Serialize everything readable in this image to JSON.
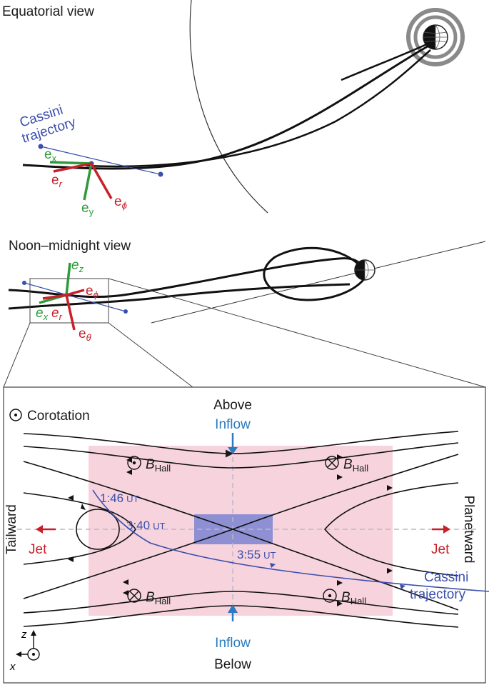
{
  "equatorial": {
    "title": "Equatorial view",
    "cassini_label_1": "Cassini",
    "cassini_label_2": "trajectory",
    "e_x": "e",
    "e_x_sub": "x",
    "e_r": "e",
    "e_r_sub": "r",
    "e_y": "e",
    "e_y_sub": "y",
    "e_phi": "e",
    "e_phi_sub": "ϕ"
  },
  "noon_midnight": {
    "title": "Noon–midnight view",
    "e_z": "e",
    "e_z_sub": "z",
    "e_phi": "e",
    "e_phi_sub": "ϕ",
    "e_x": "e",
    "e_x_sub": "x",
    "e_r": "e",
    "e_r_sub": "r",
    "e_theta": "e",
    "e_theta_sub": "θ"
  },
  "zoom": {
    "corotation": "Corotation",
    "above": "Above",
    "below": "Below",
    "inflow_top": "Inflow",
    "inflow_bottom": "Inflow",
    "tailward": "Tailward",
    "planetward": "Planetward",
    "jet_left": "Jet",
    "jet_right": "Jet",
    "bhall": "B",
    "bhall_sub": "Hall",
    "time_1": "1:46",
    "time_2": "3:40",
    "time_3": "3:55",
    "ut": "UT",
    "cassini_1": "Cassini",
    "cassini_2": "trajectory",
    "axis_z": "z",
    "axis_x": "x"
  },
  "colors": {
    "pink_region": "#f6d3dd",
    "blue_box": "#8f90d4",
    "trajectory": "#3a4fae",
    "inflow": "#2a7bbf",
    "jet": "#c8202a",
    "green_vec": "#2e9a3a"
  }
}
